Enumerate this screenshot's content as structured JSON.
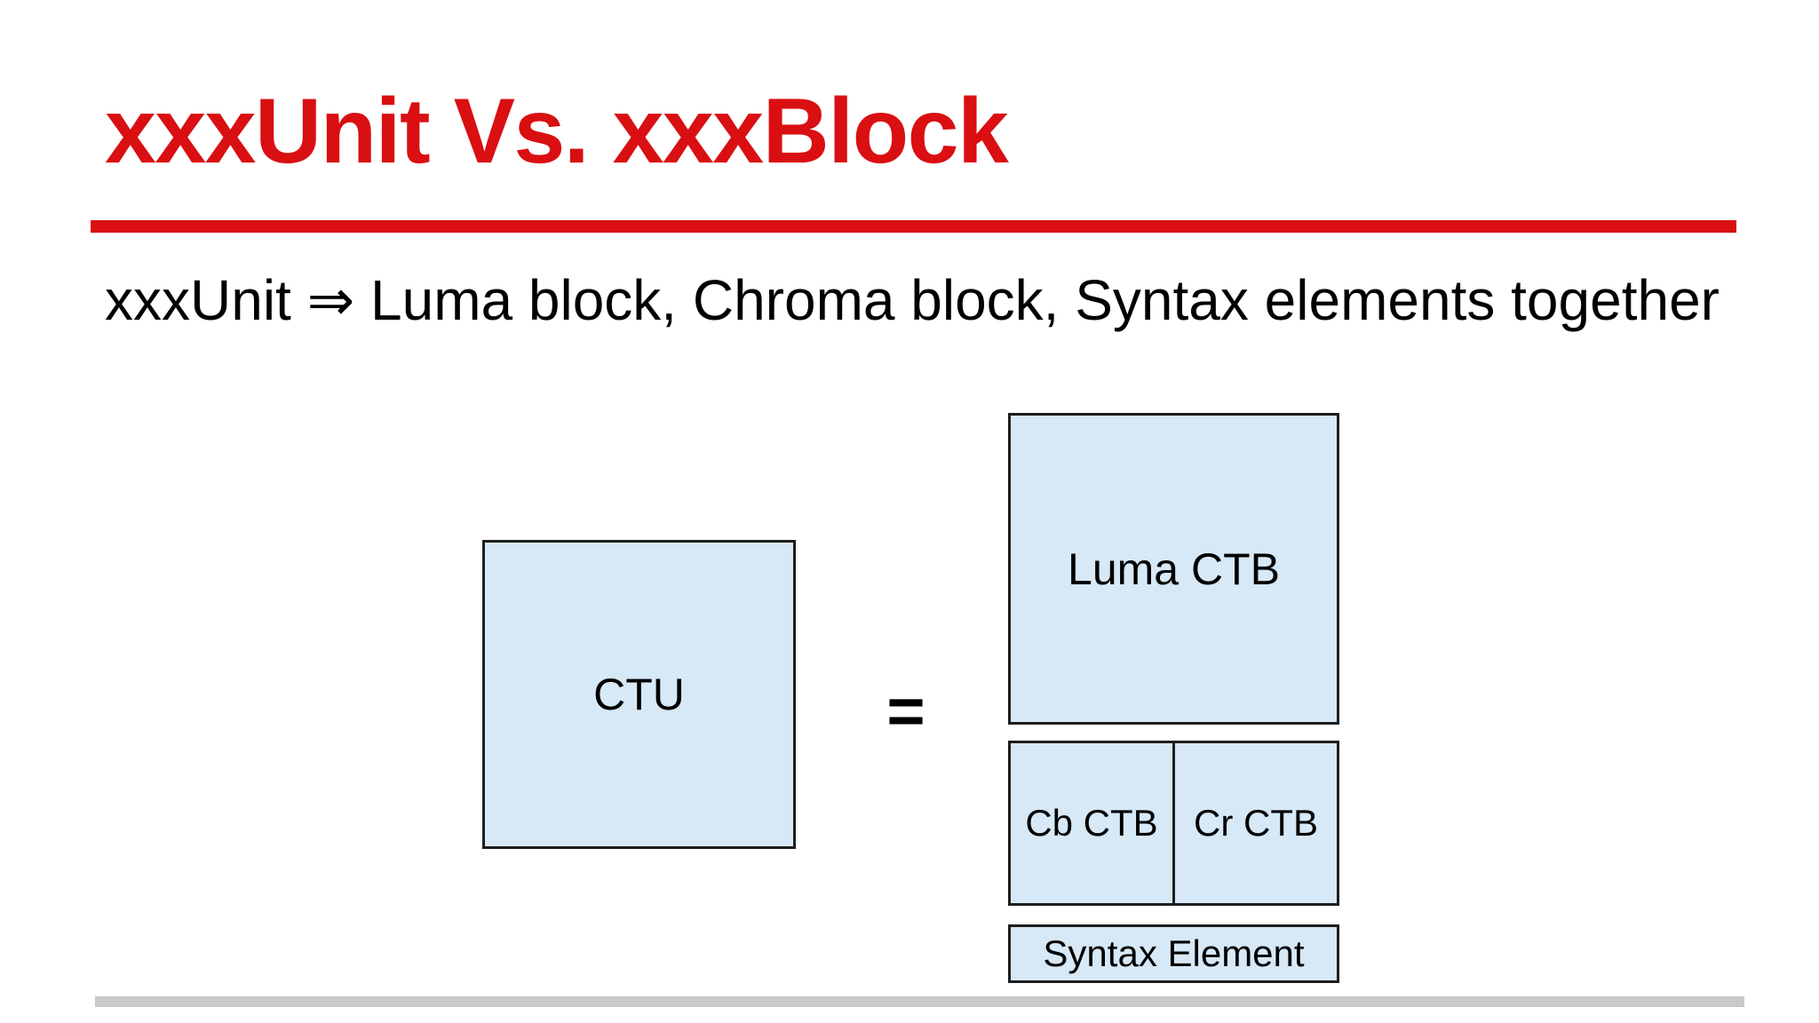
{
  "slide": {
    "title": "xxxUnit Vs. xxxBlock",
    "subtitle": "xxxUnit ⇒ Luma block, Chroma block, Syntax elements together"
  },
  "diagram": {
    "ctu_label": "CTU",
    "equals_sign": "=",
    "luma_label": "Luma CTB",
    "cb_label": "Cb CTB",
    "cr_label": "Cr CTB",
    "syntax_label": "Syntax Element"
  },
  "colors": {
    "accent-red": "#d90f12",
    "box-fill": "#d7e8f6",
    "box-border": "#1e1e1e",
    "divider-gray": "#c9c9c9",
    "text-black": "#000000"
  }
}
